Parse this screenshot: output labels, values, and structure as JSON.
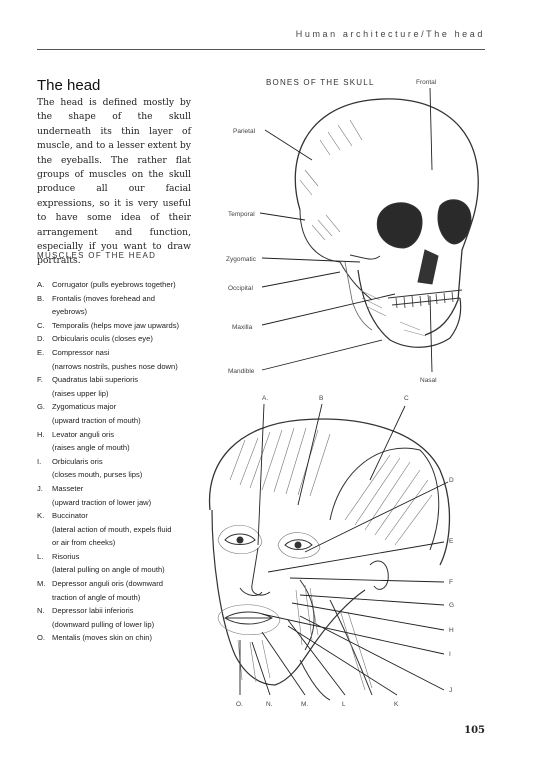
{
  "header": {
    "title": "Human architecture/The head"
  },
  "section": {
    "title": "The head",
    "intro": "The head is defined mostly by the shape of the skull underneath its thin layer of muscle, and to a lesser extent by the eyeballs. The rather flat groups of muscles on the skull produce all our facial expressions, so it is very useful to have some idea of their arrangement and function, especially if you want to draw portraits."
  },
  "muscles": {
    "heading": "MUSCLES OF THE HEAD",
    "items": [
      {
        "letter": "A.",
        "lines": [
          "Corrugator (pulls eyebrows together)"
        ]
      },
      {
        "letter": "B.",
        "lines": [
          "Frontalis (moves forehead and",
          "eyebrows)"
        ]
      },
      {
        "letter": "C.",
        "lines": [
          "Temporalis (helps move jaw upwards)"
        ]
      },
      {
        "letter": "D.",
        "lines": [
          "Orbicularis oculis (closes eye)"
        ]
      },
      {
        "letter": "E.",
        "lines": [
          "Compressor nasi",
          "(narrows nostrils, pushes nose down)"
        ]
      },
      {
        "letter": "F.",
        "lines": [
          "Quadratus labii superioris",
          "(raises upper lip)"
        ]
      },
      {
        "letter": "G.",
        "lines": [
          "Zygomaticus major",
          "(upward traction of mouth)"
        ]
      },
      {
        "letter": "H.",
        "lines": [
          "Levator anguli oris",
          "(raises angle of mouth)"
        ]
      },
      {
        "letter": "I.",
        "lines": [
          "Orbicularis oris",
          "(closes mouth, purses lips)"
        ]
      },
      {
        "letter": "J.",
        "lines": [
          "Masseter",
          "(upward traction of lower jaw)"
        ]
      },
      {
        "letter": "K.",
        "lines": [
          "Buccinator",
          "(lateral action of mouth, expels fluid",
          "or air from cheeks)"
        ]
      },
      {
        "letter": "L.",
        "lines": [
          "Risorius",
          "(lateral pulling on angle of mouth)"
        ]
      },
      {
        "letter": "M.",
        "lines": [
          "Depressor anguli oris (downward",
          "traction of angle of mouth)"
        ]
      },
      {
        "letter": "N.",
        "lines": [
          "Depressor labii inferioris",
          "(downward pulling of lower lip)"
        ]
      },
      {
        "letter": "O.",
        "lines": [
          "Mentalis (moves skin on chin)"
        ]
      }
    ]
  },
  "bones": {
    "heading": "BONES OF THE SKULL",
    "labels": {
      "frontal": "Frontal",
      "parietal": "Parietal",
      "temporal": "Temporal",
      "zygomatic": "Zygomatic",
      "occipital": "Occipital",
      "maxilla": "Maxilla",
      "mandible": "Mandible",
      "nasal": "Nasal"
    }
  },
  "muscle_diagram": {
    "top_letters": [
      "A.",
      "B",
      "C"
    ],
    "right_letters": [
      "D",
      "E",
      "F",
      "G",
      "H",
      "I",
      "J"
    ],
    "bottom_letters": [
      "O.",
      "N.",
      "M.",
      "L",
      "K"
    ]
  },
  "page_number": "105"
}
